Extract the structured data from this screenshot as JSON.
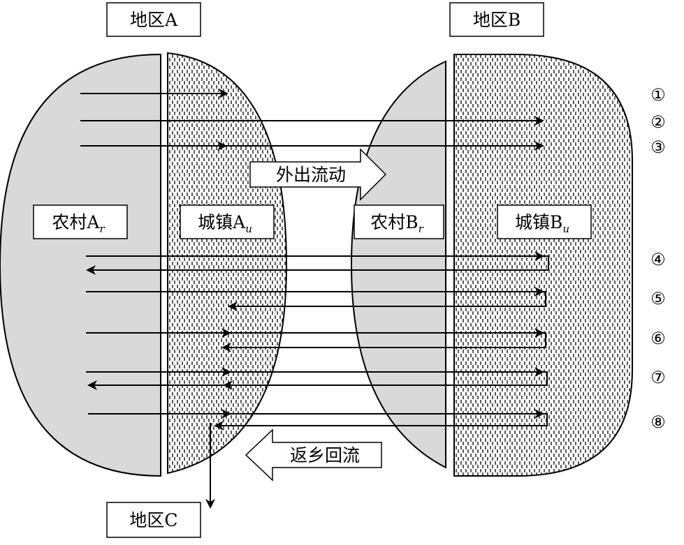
{
  "regions": {
    "a": "地区A",
    "b": "地区B",
    "c": "地区C"
  },
  "areas": {
    "rural_a": {
      "main": "农村A",
      "sub": "r"
    },
    "urban_a": {
      "main": "城镇A",
      "sub": "u"
    },
    "rural_b": {
      "main": "农村B",
      "sub": "r"
    },
    "urban_b": {
      "main": "城镇B",
      "sub": "u"
    }
  },
  "flows": {
    "outward": "外出流动",
    "return": "返乡回流"
  },
  "paths": [
    "①",
    "②",
    "③",
    "④",
    "⑤",
    "⑥",
    "⑦",
    "⑧"
  ],
  "colors": {
    "rural_fill": "#d9d9d9",
    "urban_fill": "#ffffff",
    "stroke": "#000000"
  }
}
